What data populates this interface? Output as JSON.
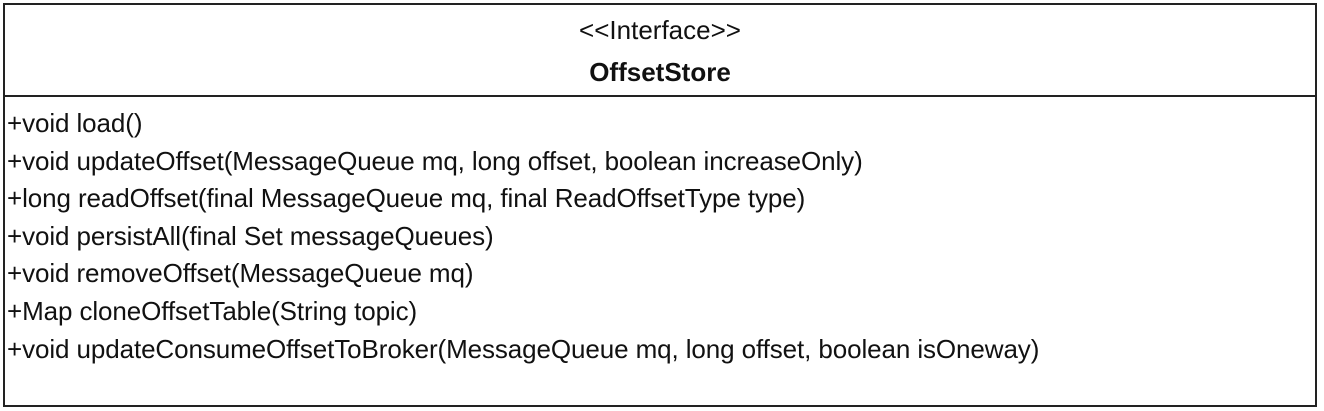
{
  "diagram": {
    "stereotype": "<<Interface>>",
    "class_name": "OffsetStore",
    "methods": [
      "+void load()",
      "+void updateOffset(MessageQueue mq, long offset, boolean increaseOnly)",
      "+long readOffset(final MessageQueue mq, final ReadOffsetType type)",
      "+void persistAll(final Set messageQueues)",
      "+void removeOffset(MessageQueue mq)",
      "+Map cloneOffsetTable(String topic)",
      "+void updateConsumeOffsetToBroker(MessageQueue mq, long offset, boolean isOneway)"
    ]
  }
}
